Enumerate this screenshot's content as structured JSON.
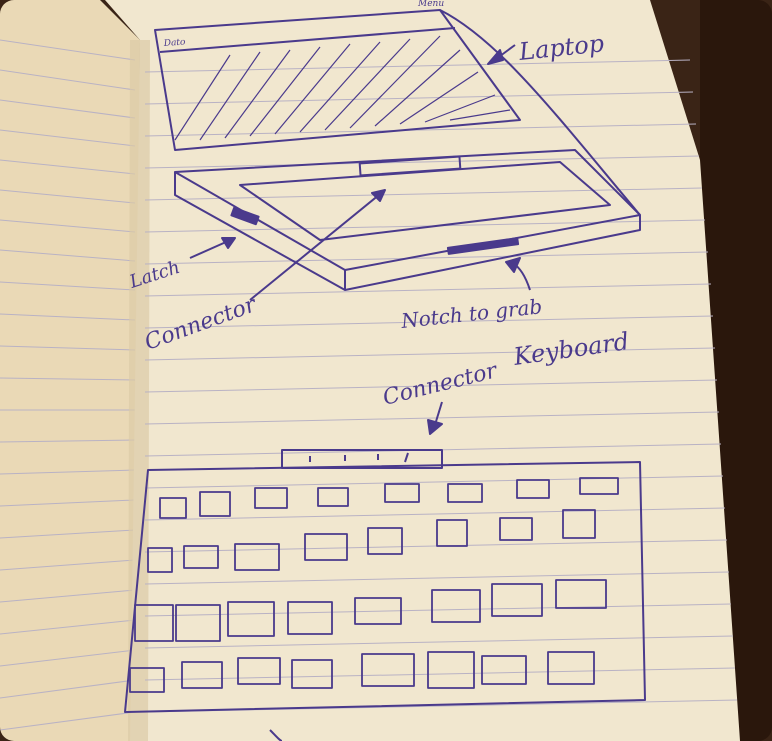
{
  "photo": {
    "subject": "notebook-sketch",
    "colors": {
      "desk": "#3a2416",
      "paper": "#f1e7cf",
      "paper_shadow": "#c9b894",
      "ink": "#4a3a8c",
      "rule_line": "#b9b2c4"
    }
  },
  "sketch": {
    "labels": {
      "laptop": "Laptop",
      "latch": "Latch",
      "connector_top": "Connector",
      "notch": "Notch to grab",
      "keyboard": "Keyboard",
      "connector_bottom": "Connector",
      "screen_corner": "Dato",
      "top_edge": "Menu"
    }
  }
}
